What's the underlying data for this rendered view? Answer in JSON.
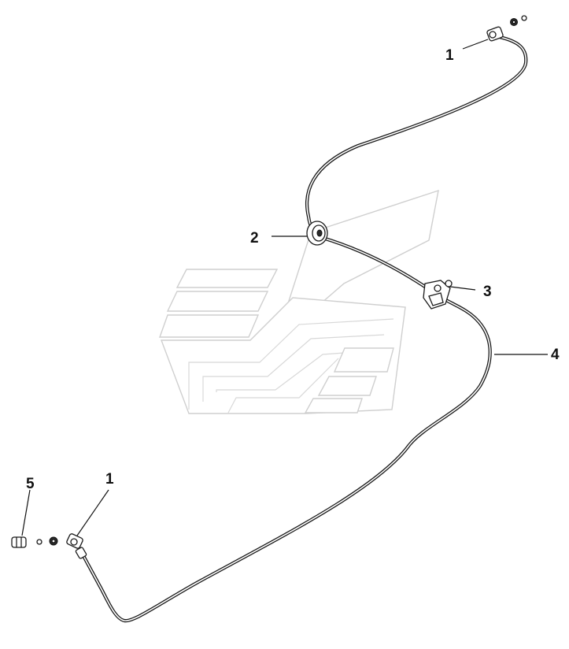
{
  "callouts": {
    "top_fitting": "1",
    "grommet": "2",
    "clamp": "3",
    "pipe": "4",
    "bottom_fitting": "1",
    "adapter": "5"
  },
  "colors": {
    "line": "#1a1a1a",
    "watermark": "#cfcfcf",
    "background": "#ffffff"
  }
}
